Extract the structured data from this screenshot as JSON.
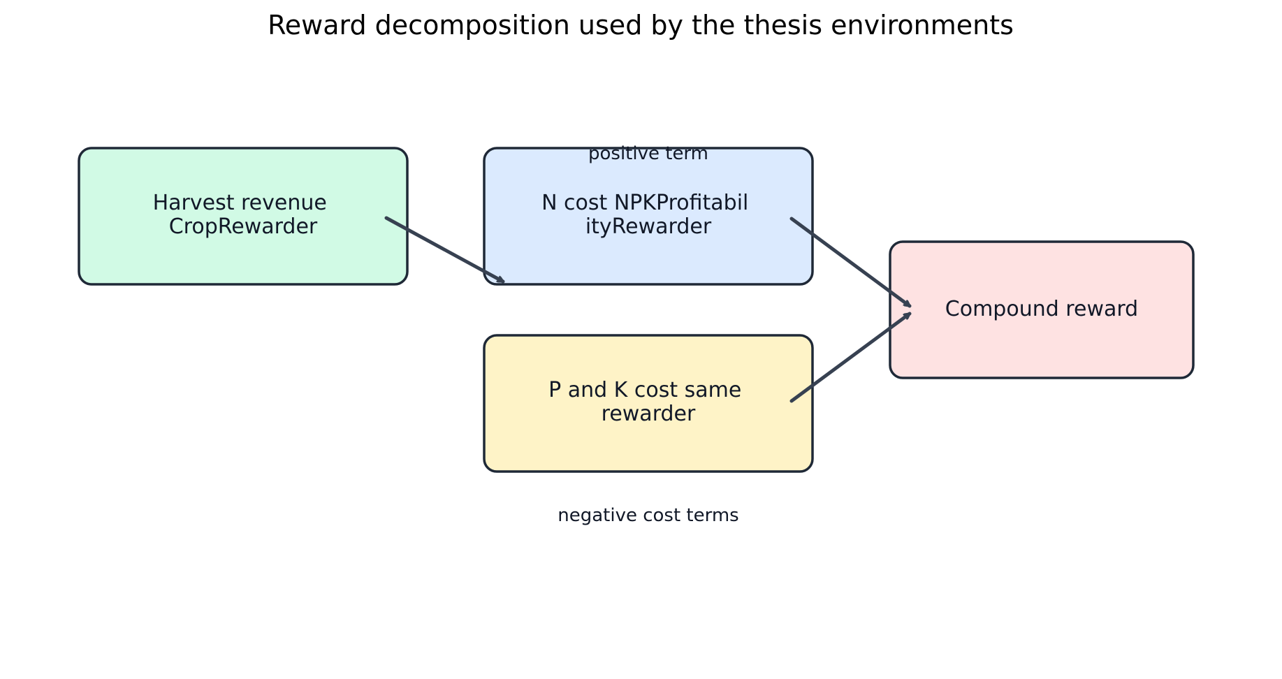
{
  "title": "Reward decomposition used by the thesis environments",
  "nodes": {
    "harvest": {
      "line1": "Harvest revenue",
      "line2": "CropRewarder",
      "fill": "#d1fae5"
    },
    "n_cost": {
      "line1": "N cost NPKProfitabil",
      "line2": "ityRewarder",
      "fill": "#dbeafe"
    },
    "pk_cost": {
      "line1": "P and K cost same",
      "line2": "rewarder",
      "fill": "#fef3c7"
    },
    "compound": {
      "line1": "Compound reward",
      "fill": "#fee2e2"
    }
  },
  "annotations": {
    "positive": "positive term",
    "negative": "negative cost terms"
  },
  "edges": [
    {
      "from": "harvest",
      "to": "n_cost"
    },
    {
      "from": "n_cost",
      "to": "compound"
    },
    {
      "from": "pk_cost",
      "to": "compound"
    }
  ],
  "colors": {
    "stroke": "#1f2937",
    "arrow": "#374151"
  }
}
